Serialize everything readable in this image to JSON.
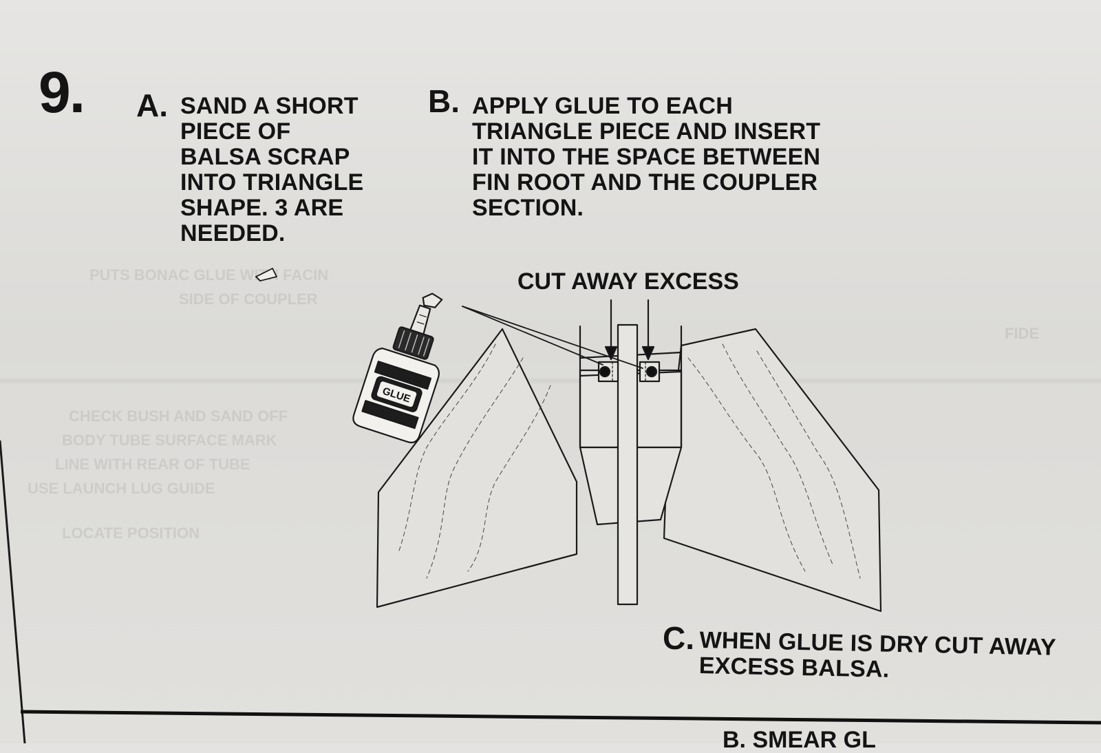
{
  "step": {
    "number": "9."
  },
  "steps": [
    {
      "letter": "A.",
      "text": "SAND A SHORT\nPIECE OF\nBALSA SCRAP\nINTO TRIANGLE\nSHAPE. 3 ARE\nNEEDED."
    },
    {
      "letter": "B.",
      "text": "APPLY GLUE TO EACH\nTRIANGLE PIECE AND INSERT\nIT INTO THE SPACE BETWEEN\nFIN ROOT AND THE COUPLER\nSECTION."
    },
    {
      "letter": "C.",
      "text": "WHEN GLUE IS DRY CUT AWAY\nEXCESS BALSA."
    }
  ],
  "diagram": {
    "callout": "CUT AWAY EXCESS",
    "glue_label": "GLUE",
    "icons": [
      "glue-bottle-icon",
      "balsa-triangle-icon"
    ]
  },
  "next_section_fragment": "B. SMEAR GL"
}
